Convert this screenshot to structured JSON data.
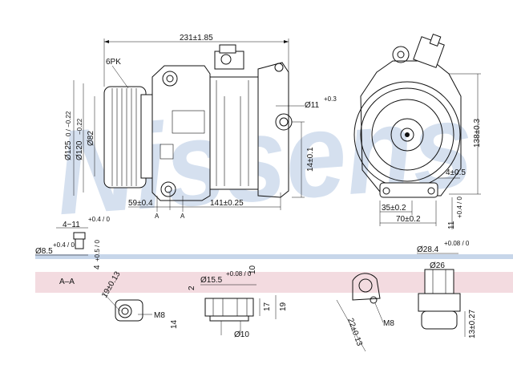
{
  "watermark": {
    "text": "Nissens",
    "color": "#c7d6ea"
  },
  "band": {
    "color": "#f3dbe0",
    "section_label": "A–A"
  },
  "line_color": "#111111",
  "dimensions": {
    "overall_length": "231±1.85",
    "belt": "6PK",
    "clutch_dia_outer": "Ø125",
    "clutch_dia_outer_tol": "0 / −0.22",
    "clutch_dia_mid": "Ø120",
    "clutch_dia_mid_tol": "−0.22",
    "clutch_dia_inner": "Ø82",
    "hole_dia": "Ø11",
    "hole_dia_tol": "+0.3",
    "height_14": "14±0.1",
    "offset_59": "59±0.4",
    "length_141": "141±0.25",
    "height_138": "138±0.3",
    "offset_4": "4±0.5",
    "width_35": "35±0.2",
    "width_70": "70±0.2",
    "height_11": "11",
    "height_11_tol": "+0.4 / 0",
    "section_mark": "A",
    "detail_4_11": "4−11",
    "detail_4_11_tol": "+0.4 / 0",
    "detail_dia_8_5": "Ø8.5",
    "detail_dia_8_5_tol": "+0.4 / 0",
    "detail_4_0_5": "4",
    "detail_4_0_5_tol": "+0.5 / 0",
    "detail_19": "19±0.13",
    "detail_m8": "M8",
    "detail_14": "14",
    "detail_2": "2",
    "detail_dia_15_5": "Ø15.5",
    "detail_dia_15_5_tol": "+0.08 / 0",
    "detail_10": "10",
    "detail_17": "17",
    "detail_19b": "19",
    "detail_dia_10": "Ø10",
    "detail_22": "22±0.13",
    "detail_m8b": "M8",
    "detail_dia_28_4": "Ø28.4",
    "detail_dia_28_4_tol": "+0.08 / 0",
    "detail_dia_26": "Ø26",
    "detail_13": "13±0.27"
  }
}
